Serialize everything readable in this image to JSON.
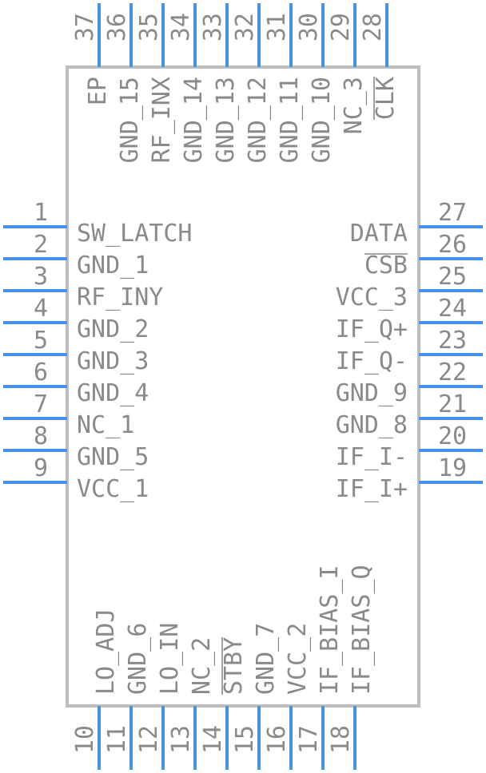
{
  "left_pins": [
    {
      "number": "1",
      "label": "SW_LATCH"
    },
    {
      "number": "2",
      "label": "GND_1"
    },
    {
      "number": "3",
      "label": "RF_INY"
    },
    {
      "number": "4",
      "label": "GND_2"
    },
    {
      "number": "5",
      "label": "GND_3"
    },
    {
      "number": "6",
      "label": "GND_4"
    },
    {
      "number": "7",
      "label": "NC_1"
    },
    {
      "number": "8",
      "label": "GND_5"
    },
    {
      "number": "9",
      "label": "VCC_1"
    }
  ],
  "bottom_pins": [
    {
      "number": "10",
      "label": "LO_ADJ"
    },
    {
      "number": "11",
      "label": "GND_6"
    },
    {
      "number": "12",
      "label": "LO_IN"
    },
    {
      "number": "13",
      "label": "NC_2"
    },
    {
      "number": "14",
      "label": "STBY"
    },
    {
      "number": "15",
      "label": "GND_7"
    },
    {
      "number": "16",
      "label": "VCC_2"
    },
    {
      "number": "17",
      "label": "IF_BIAS_I"
    },
    {
      "number": "18",
      "label": "IF_BIAS_Q"
    }
  ],
  "right_pins": [
    {
      "number": "19",
      "label": "IF_I+"
    },
    {
      "number": "20",
      "label": "IF_I-"
    },
    {
      "number": "21",
      "label": "GND_8"
    },
    {
      "number": "22",
      "label": "GND_9"
    },
    {
      "number": "23",
      "label": "IF_Q-"
    },
    {
      "number": "24",
      "label": "IF_Q+"
    },
    {
      "number": "25",
      "label": "VCC_3"
    },
    {
      "number": "26",
      "label": "CSB"
    },
    {
      "number": "27",
      "label": "DATA"
    }
  ],
  "top_pins": [
    {
      "number": "28",
      "label": "CLK"
    },
    {
      "number": "29",
      "label": "NC_3"
    },
    {
      "number": "30",
      "label": "GND_10"
    },
    {
      "number": "31",
      "label": "GND_11"
    },
    {
      "number": "32",
      "label": "GND_12"
    },
    {
      "number": "33",
      "label": "GND_13"
    },
    {
      "number": "34",
      "label": "GND_14"
    },
    {
      "number": "35",
      "label": "RF_INX"
    },
    {
      "number": "36",
      "label": "GND_15"
    },
    {
      "number": "37",
      "label": "EP"
    }
  ],
  "colors": {
    "pin": "#4a90e2",
    "outline": "#bdbdbd",
    "text": "#8a8a8a"
  },
  "overbar_pins": [
    "14",
    "26",
    "28"
  ]
}
